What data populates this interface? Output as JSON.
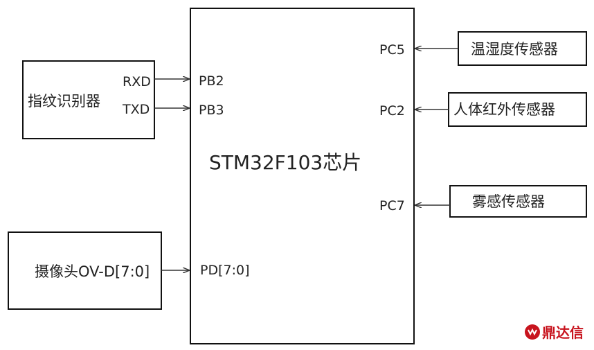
{
  "chip": {
    "label": "STM32F103芯片",
    "pins": {
      "pb2": "PB2",
      "pb3": "PB3",
      "pd": "PD[7:0]",
      "pc5": "PC5",
      "pc2": "PC2",
      "pc7": "PC7"
    }
  },
  "left_devices": {
    "fingerprint": {
      "label": "指纹识别器",
      "rxd": "RXD",
      "txd": "TXD"
    },
    "camera": {
      "label": "摄像头OV-D[7:0]"
    }
  },
  "right_devices": {
    "temp_humidity": "温湿度传感器",
    "pir": "人体红外传感器",
    "smoke": "雾感传感器"
  },
  "watermark": {
    "text": "鼎达信",
    "color": "#c8141e"
  }
}
